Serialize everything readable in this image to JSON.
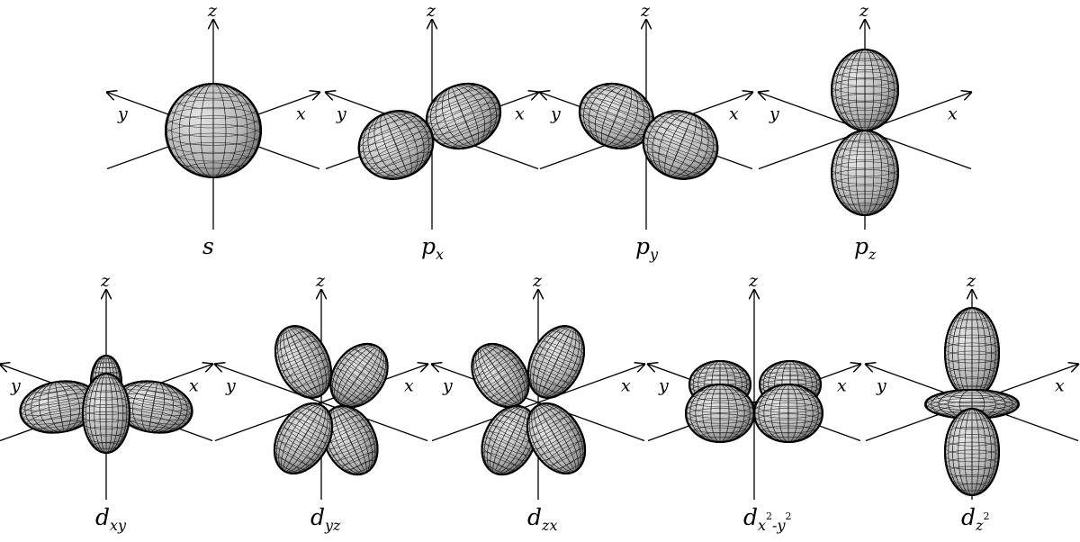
{
  "axis_labels": {
    "x": "x",
    "y": "y",
    "z": "z"
  },
  "colors": {
    "lobe_fill": "#c9c9c9",
    "lobe_shade": "#5a5a5a",
    "line": "#000000",
    "background": "#ffffff"
  },
  "orbitals": [
    {
      "id": "s",
      "main": "s",
      "sub": "",
      "sup1": "",
      "sub2": "",
      "sup2": "",
      "row": 0,
      "col": 0
    },
    {
      "id": "px",
      "main": "p",
      "sub": "x",
      "sup1": "",
      "sub2": "",
      "sup2": "",
      "row": 0,
      "col": 1
    },
    {
      "id": "py",
      "main": "p",
      "sub": "y",
      "sup1": "",
      "sub2": "",
      "sup2": "",
      "row": 0,
      "col": 2
    },
    {
      "id": "pz",
      "main": "p",
      "sub": "z",
      "sup1": "",
      "sub2": "",
      "sup2": "",
      "row": 0,
      "col": 3
    },
    {
      "id": "dxy",
      "main": "d",
      "sub": "xy",
      "sup1": "",
      "sub2": "",
      "sup2": "",
      "row": 1,
      "col": 0
    },
    {
      "id": "dyz",
      "main": "d",
      "sub": "yz",
      "sup1": "",
      "sub2": "",
      "sup2": "",
      "row": 1,
      "col": 1
    },
    {
      "id": "dzx",
      "main": "d",
      "sub": "zx",
      "sup1": "",
      "sub2": "",
      "sup2": "",
      "row": 1,
      "col": 2
    },
    {
      "id": "dx2y2",
      "main": "d",
      "sub": "x",
      "sup1": "2",
      "sub2": "-y",
      "sup2": "2",
      "row": 1,
      "col": 3
    },
    {
      "id": "dz2",
      "main": "d",
      "sub": "z",
      "sup1": "2",
      "sub2": "",
      "sup2": "",
      "row": 1,
      "col": 4
    }
  ]
}
